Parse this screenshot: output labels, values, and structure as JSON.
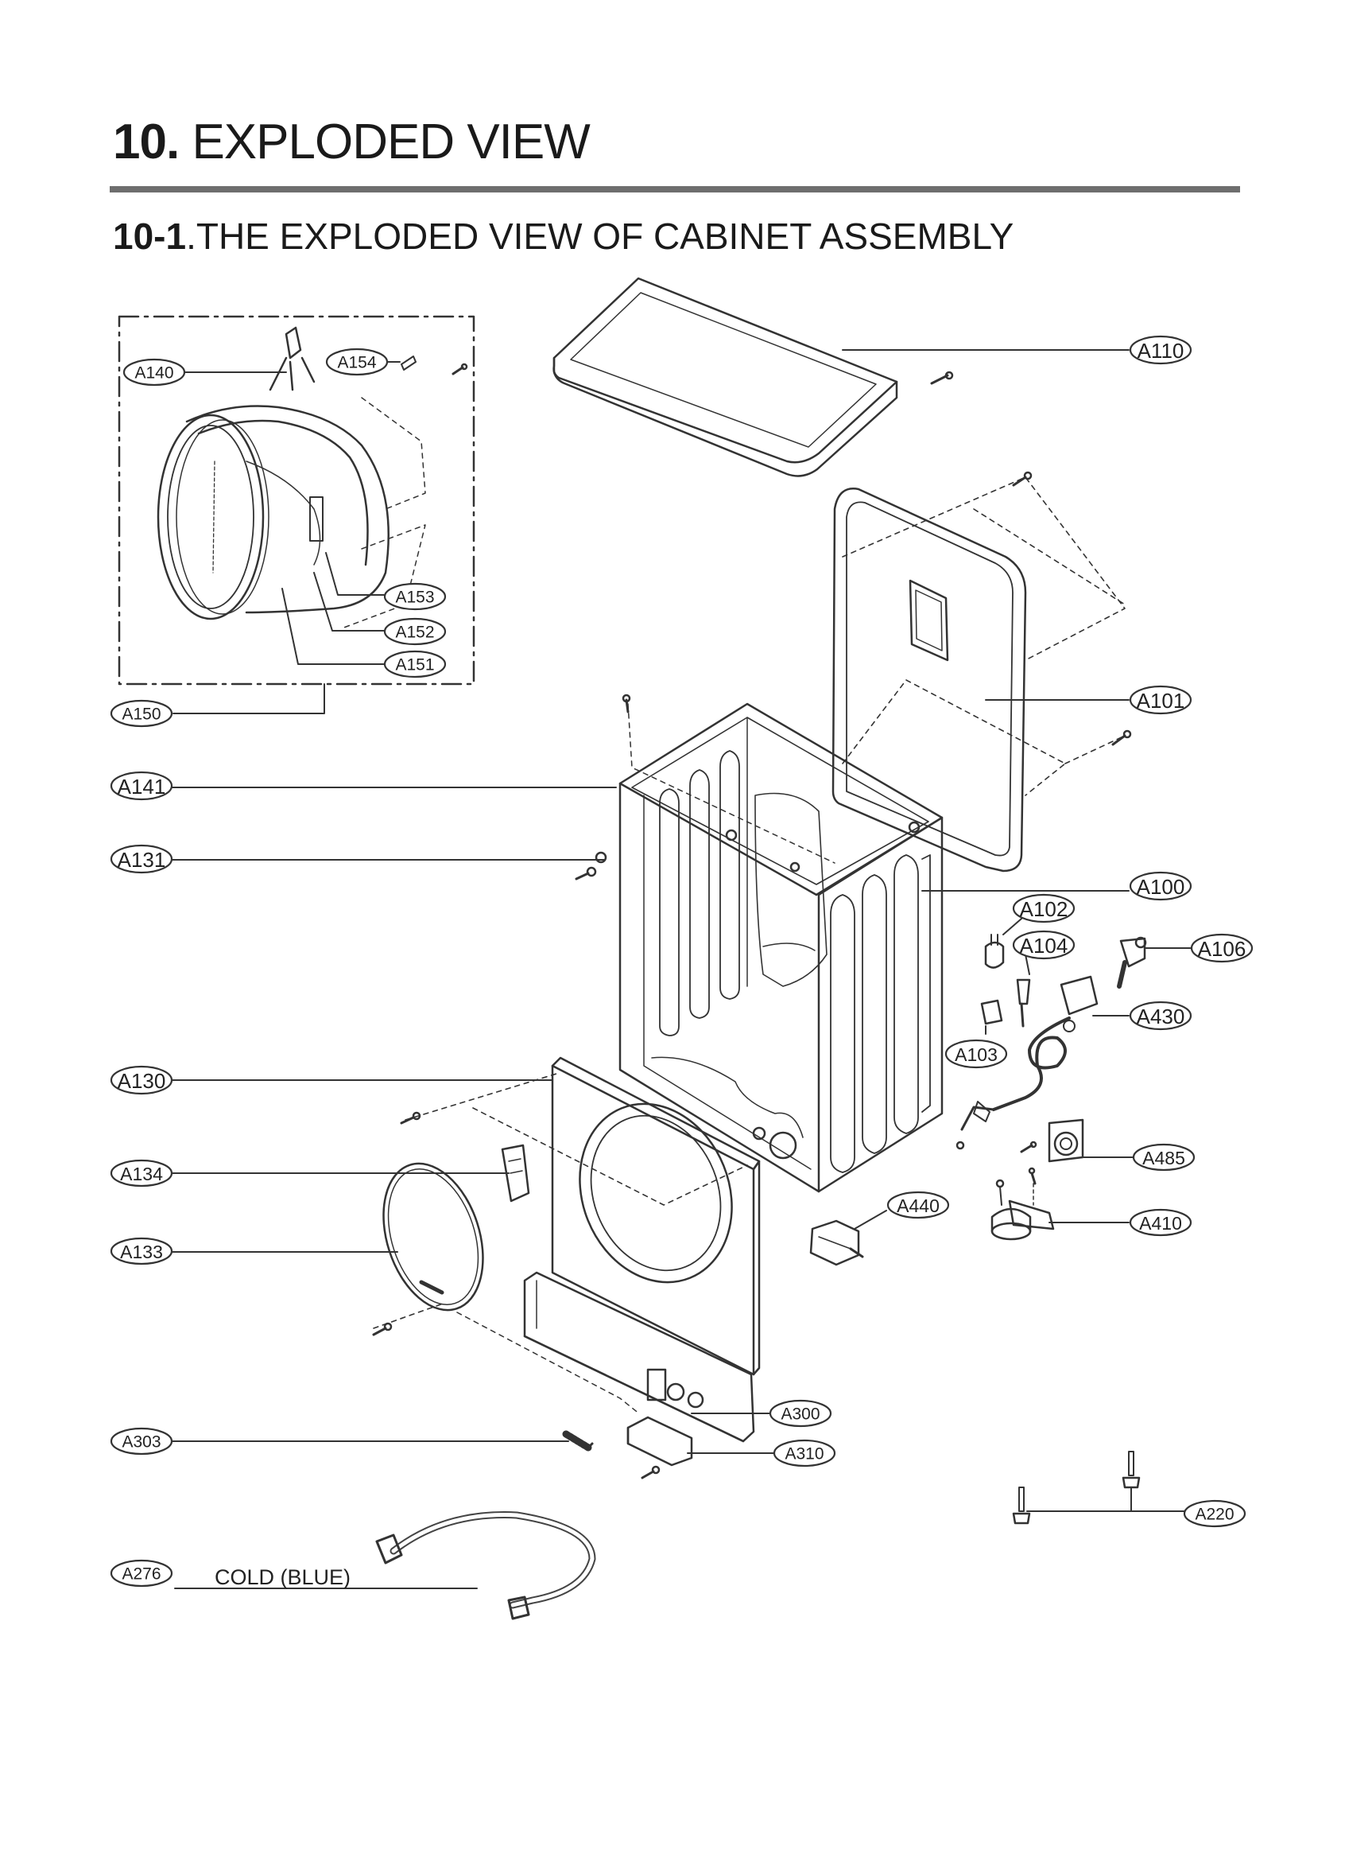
{
  "header": {
    "chapter_number": "10.",
    "chapter_title": "EXPLODED VIEW",
    "section_number": "10-1",
    "section_title": ".THE EXPLODED VIEW OF CABINET ASSEMBLY"
  },
  "callouts": {
    "a110": "A110",
    "a140": "A140",
    "a154": "A154",
    "a153": "A153",
    "a152": "A152",
    "a151": "A151",
    "a150": "A150",
    "a101": "A101",
    "a141": "A141",
    "a131": "A131",
    "a100": "A100",
    "a102": "A102",
    "a104": "A104",
    "a106": "A106",
    "a430": "A430",
    "a103": "A103",
    "a130": "A130",
    "a134": "A134",
    "a485": "A485",
    "a440": "A440",
    "a410": "A410",
    "a133": "A133",
    "a300": "A300",
    "a310": "A310",
    "a303": "A303",
    "a220": "A220",
    "a276": "A276"
  },
  "hose_label": "COLD (BLUE)"
}
